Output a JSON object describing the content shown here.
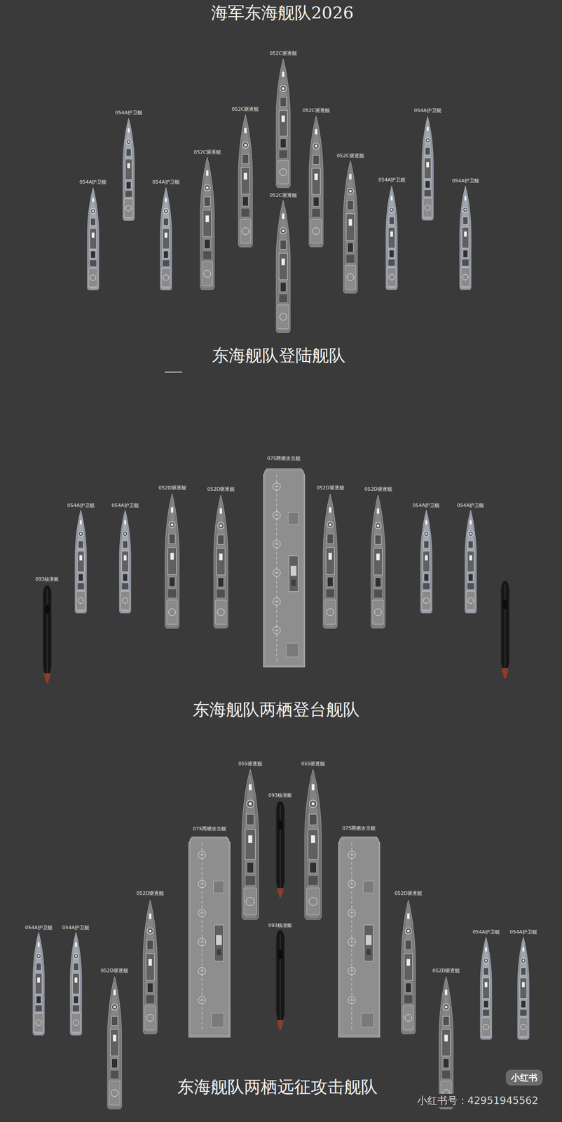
{
  "diagram": {
    "title": "海军东海舰队2026",
    "nodes": [
      {
        "text": [
          "054A护卫舰"
        ]
      },
      {
        "text": [
          "054A护卫舰"
        ]
      },
      {
        "text": [
          "054A护卫舰"
        ]
      },
      {
        "text": [
          "052C驱逐舰"
        ]
      },
      {
        "text": [
          "052C驱逐舰"
        ]
      },
      {
        "text": [
          "052C驱逐舰"
        ]
      },
      {
        "text": [
          "052C驱逐舰"
        ]
      },
      {
        "text": [
          "052C驱逐舰"
        ]
      },
      {
        "text": [
          "052C驱逐舰"
        ]
      },
      {
        "text": [
          "054A护卫舰"
        ]
      },
      {
        "text": [
          "054A护卫舰"
        ]
      },
      {
        "text": [
          "054A护卫舰"
        ]
      },
      {
        "text": [
          "093核潜艇"
        ]
      },
      {
        "text": [
          "054A护卫舰"
        ]
      },
      {
        "text": [
          "054A护卫舰"
        ]
      },
      {
        "text": [
          "052D驱逐舰"
        ]
      },
      {
        "text": [
          "052D驱逐舰"
        ]
      },
      {
        "text": [
          "075两栖攻击舰"
        ]
      },
      {
        "text": [
          "052D驱逐舰"
        ]
      },
      {
        "text": [
          "052D驱逐舰"
        ]
      },
      {
        "text": [
          "054A护卫舰"
        ]
      },
      {
        "text": [
          "054A护卫舰"
        ]
      },
      {
        "text": [
          "054A护卫舰"
        ]
      },
      {
        "text": [
          "054A护卫舰"
        ]
      },
      {
        "text": [
          "052D驱逐舰"
        ]
      },
      {
        "text": [
          "052D驱逐舰"
        ]
      },
      {
        "text": [
          "075两栖攻击舰"
        ]
      },
      {
        "text": [
          "055驱逐舰"
        ]
      },
      {
        "text": [
          "093核潜艇"
        ]
      },
      {
        "text": [
          "093核潜艇"
        ]
      },
      {
        "text": [
          "055驱逐舰"
        ]
      },
      {
        "text": [
          "075两栖攻击舰"
        ]
      },
      {
        "text": [
          "052D驱逐舰"
        ]
      },
      {
        "text": [
          "052D驱逐舰"
        ]
      },
      {
        "text": [
          "054A护卫舰"
        ]
      },
      {
        "text": [
          "054A护卫舰"
        ]
      }
    ],
    "labels": [
      "东海舰队登陆舰队",
      "东海舰队两栖登台舰队",
      "东海舰队两栖远征攻击舰队",
      "小红书",
      "小红书号：42951945562"
    ]
  }
}
